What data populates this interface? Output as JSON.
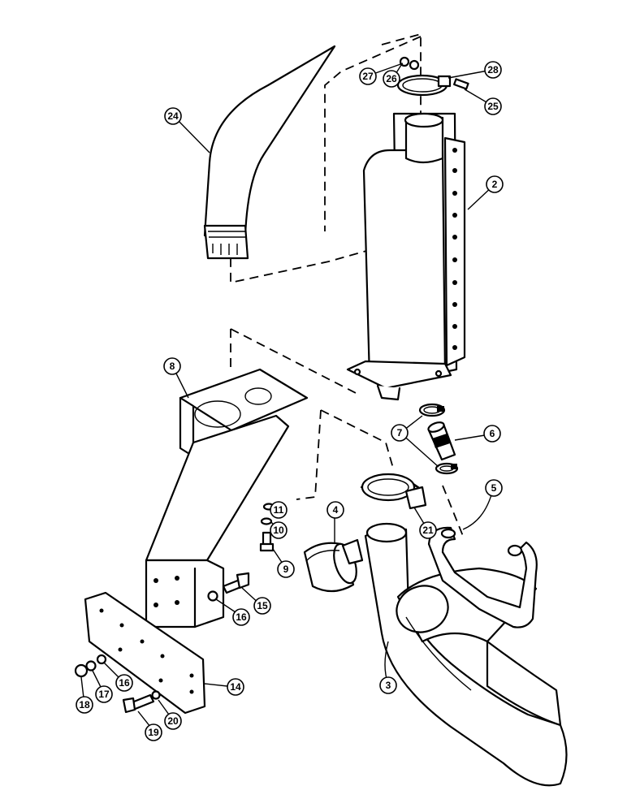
{
  "callouts": [
    {
      "id": "2",
      "label": "2"
    },
    {
      "id": "3",
      "label": "3"
    },
    {
      "id": "4",
      "label": "4"
    },
    {
      "id": "5",
      "label": "5"
    },
    {
      "id": "6",
      "label": "6"
    },
    {
      "id": "7",
      "label": "7"
    },
    {
      "id": "8",
      "label": "8"
    },
    {
      "id": "9",
      "label": "9"
    },
    {
      "id": "10",
      "label": "10"
    },
    {
      "id": "11",
      "label": "11"
    },
    {
      "id": "14",
      "label": "14"
    },
    {
      "id": "15",
      "label": "15"
    },
    {
      "id": "16a",
      "label": "16"
    },
    {
      "id": "16b",
      "label": "16"
    },
    {
      "id": "17",
      "label": "17"
    },
    {
      "id": "18",
      "label": "18"
    },
    {
      "id": "19",
      "label": "19"
    },
    {
      "id": "20",
      "label": "20"
    },
    {
      "id": "21",
      "label": "21"
    },
    {
      "id": "24",
      "label": "24"
    },
    {
      "id": "25",
      "label": "25"
    },
    {
      "id": "26",
      "label": "26"
    },
    {
      "id": "27",
      "label": "27"
    },
    {
      "id": "28",
      "label": "28"
    }
  ]
}
